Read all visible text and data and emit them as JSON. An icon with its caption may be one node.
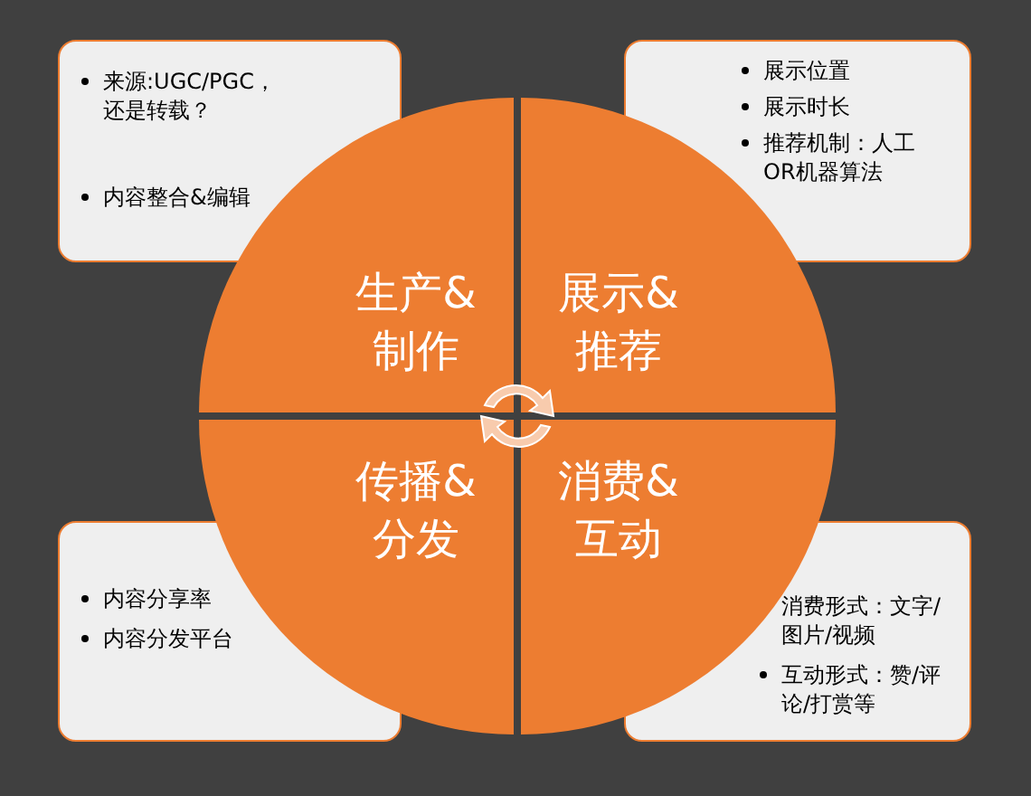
{
  "diagram": {
    "nodes": [
      {
        "text": [
          "来源:UGC/PGC，还是转载？",
          "内容整合&编辑"
        ]
      },
      {
        "text": [
          "展示位置",
          "展示时长",
          "推荐机制：人工OR机器算法"
        ]
      },
      {
        "text": [
          "生产&制作"
        ]
      },
      {
        "text": [
          "展示&推荐"
        ]
      },
      {
        "text": [
          "传播&分发"
        ]
      },
      {
        "text": [
          "消费&互动"
        ]
      },
      {
        "text": [
          "内容分享率",
          "内容分发平台"
        ]
      },
      {
        "text": [
          "消费形式：文字/图片/视频",
          "互动形式：赞/评论/打赏等"
        ]
      }
    ]
  }
}
